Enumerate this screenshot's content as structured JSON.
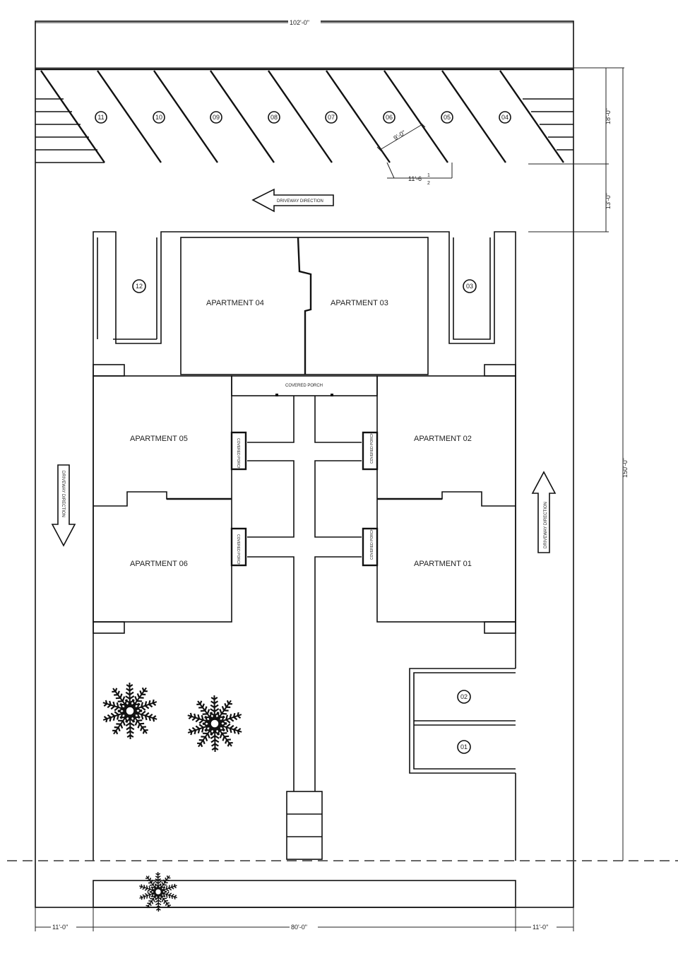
{
  "dimensions": {
    "top_width": "102'-0\"",
    "right_overall": "150'-0\"",
    "parking_depth": "18'-0\"",
    "driveway_width": "13'-0\"",
    "angled_depth": "9'-0\"",
    "stall_width": "11'-6",
    "stall_width_frac_num": "1",
    "stall_width_frac_den": "2",
    "bottom_left": "11'-0\"",
    "bottom_center": "80'-0\"",
    "bottom_right": "11'-0\""
  },
  "parking_spaces": {
    "top_row": [
      "11",
      "10",
      "09",
      "08",
      "07",
      "06",
      "05",
      "04"
    ],
    "left": "12",
    "right": "03",
    "lower_a": "02",
    "lower_b": "01"
  },
  "apartments": {
    "a04": "APARTMENT 04",
    "a03": "APARTMENT 03",
    "a05": "APARTMENT 05",
    "a02": "APARTMENT 02",
    "a06": "APARTMENT 06",
    "a01": "APARTMENT 01"
  },
  "labels": {
    "covered_porch": "COVERED PORCH",
    "porch_small": "COVERED PORCH",
    "driveway_top": "DRIVEWAY DIRECTION",
    "driveway_left": "DRIVEWAY DIRECTION",
    "driveway_right": "DRIVEWAY DIRECTION"
  }
}
